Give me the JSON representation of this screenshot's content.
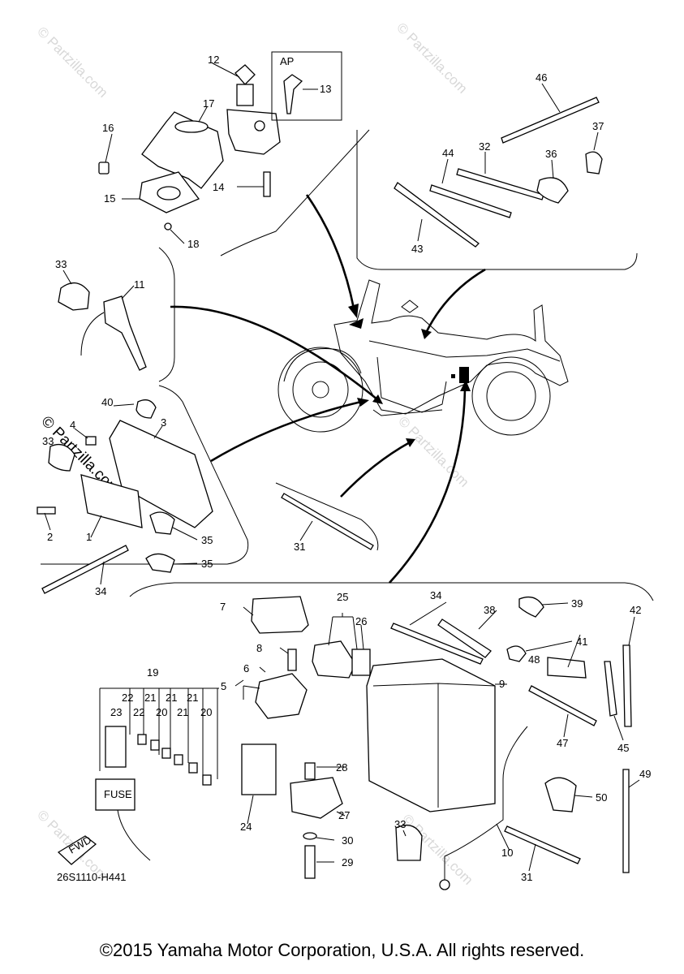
{
  "diagram": {
    "copyright": "©2015 Yamaha Motor Corporation, U.S.A. All rights reserved.",
    "diagram_code": "26S1110-H441",
    "watermark": "© Partzilla.com",
    "inset_label_ap": "AP",
    "fuse_label": "FUSE",
    "fwd_label": "FWD",
    "callouts": {
      "c1": "1",
      "c2": "2",
      "c3": "3",
      "c4": "4",
      "c5": "5",
      "c6": "6",
      "c7": "7",
      "c8": "8",
      "c9": "9",
      "c10": "10",
      "c11": "11",
      "c12": "12",
      "c13": "13",
      "c14": "14",
      "c15": "15",
      "c16": "16",
      "c17": "17",
      "c18": "18",
      "c19": "19",
      "c20a": "20",
      "c20b": "20",
      "c21a": "21",
      "c21b": "21",
      "c21c": "21",
      "c21d": "21",
      "c22a": "22",
      "c22b": "22",
      "c23": "23",
      "c24": "24",
      "c25": "25",
      "c26": "26",
      "c27": "27",
      "c28": "28",
      "c29": "29",
      "c30": "30",
      "c31a": "31",
      "c31b": "31",
      "c32": "32",
      "c33a": "33",
      "c33b": "33",
      "c33c": "33",
      "c34a": "34",
      "c34b": "34",
      "c35a": "35",
      "c35b": "35",
      "c36": "36",
      "c37": "37",
      "c38": "38",
      "c39": "39",
      "c40": "40",
      "c41": "41",
      "c42": "42",
      "c43": "43",
      "c44": "44",
      "c45": "45",
      "c46": "46",
      "c47": "47",
      "c48": "48",
      "c49": "49",
      "c50": "50"
    }
  }
}
